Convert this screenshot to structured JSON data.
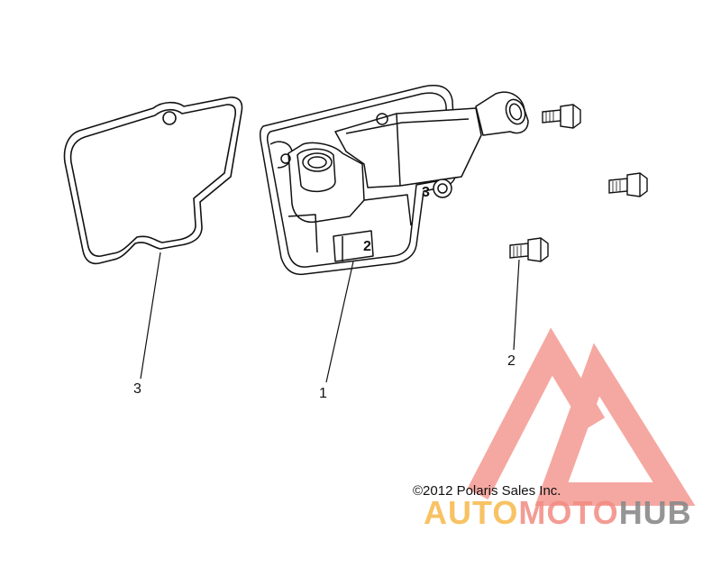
{
  "callouts": {
    "gasket": "3",
    "cover": "1",
    "bolt": "2"
  },
  "part_marks": {
    "cover_mark_2": "2",
    "cover_mark_3": "3"
  },
  "copyright": "©2012 Polaris Sales Inc.",
  "watermark": {
    "auto": "AUTO",
    "moto": "MOTO",
    "hub": "HUB",
    "colors": {
      "triangle": "#f28b82",
      "auto": "#f7b84a",
      "moto": "#f28b82",
      "hub": "#8a8a8a"
    }
  }
}
